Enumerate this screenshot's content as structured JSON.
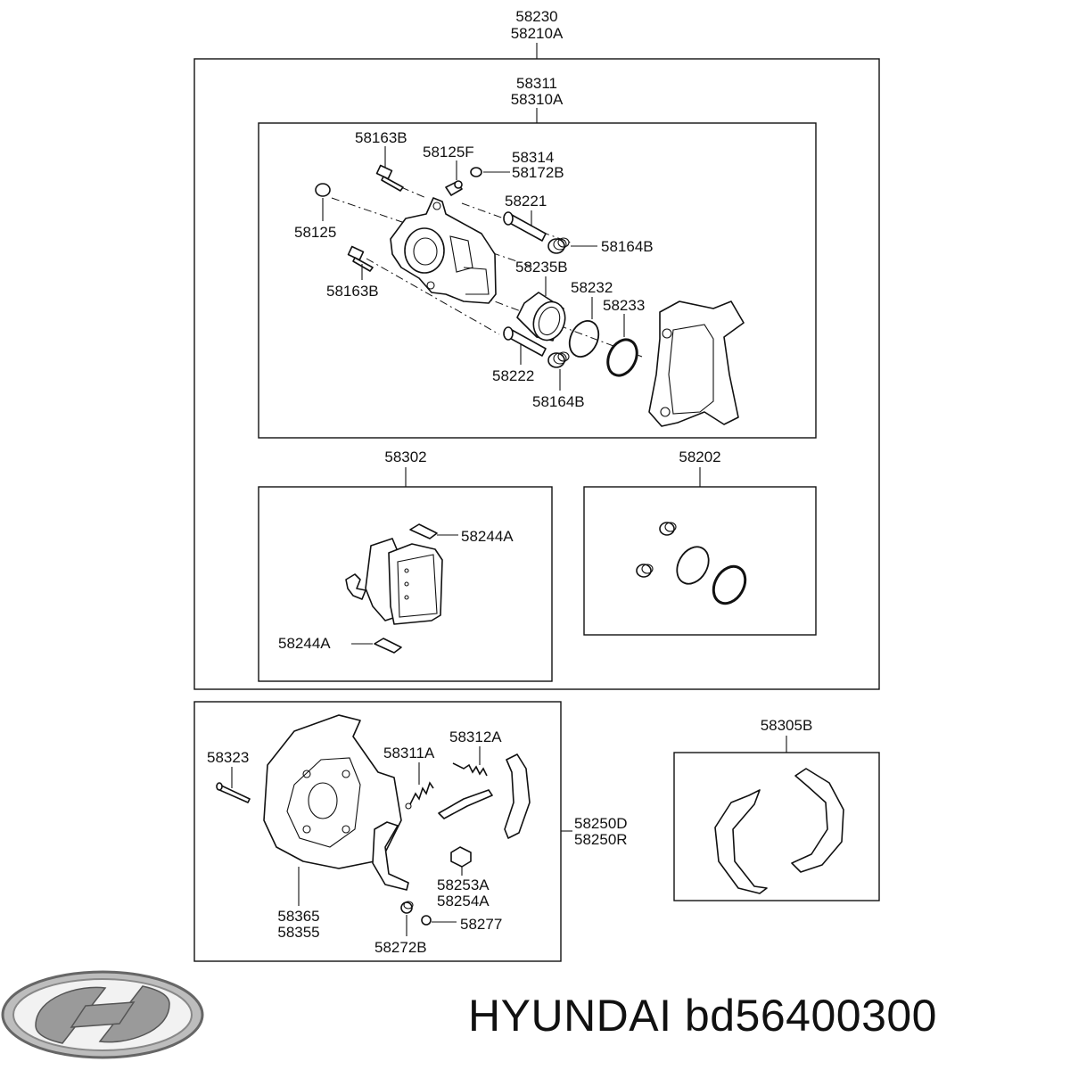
{
  "parts": {
    "assembly_main": [
      "58230",
      "58210A"
    ],
    "caliper_body": [
      "58311",
      "58310A"
    ],
    "guide_bolt_top": "58163B",
    "bleeder_cap": "58125F",
    "bleeder_pair": [
      "58314",
      "58172B"
    ],
    "cap": "58125",
    "guide_pin_upper": "58221",
    "boot_upper": "58164B",
    "guide_bolt_bottom": "58163B",
    "piston": "58235B",
    "piston_seal": "58232",
    "piston_boot": "58233",
    "guide_pin_lower": "58222",
    "boot_lower": "58164B",
    "pad_kit": "58302",
    "shim_top": "58244A",
    "shim_bottom": "58244A",
    "seal_kit": "58202",
    "backing_pin": "58323",
    "adjuster_spring": "58311A",
    "return_spring": "58312A",
    "parking_brake_assembly": [
      "58250D",
      "58250R"
    ],
    "adjuster": [
      "58253A",
      "58254A"
    ],
    "dust_cover": [
      "58365",
      "58355"
    ],
    "spring_lower": "58272B",
    "screw_lower": "58277",
    "shoe_kit": "58305B"
  },
  "brand": {
    "logo_icon": "hyundai-logo-icon",
    "caption": "HYUNDAI bd56400300"
  }
}
